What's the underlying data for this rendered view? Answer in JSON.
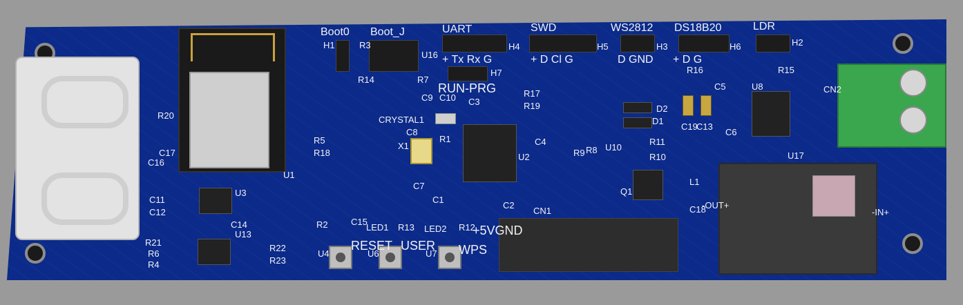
{
  "labels": {
    "boot0": "Boot0",
    "bootj": "Boot_J",
    "h1": "H1",
    "r3": "R3",
    "u16": "U16",
    "r14": "R14",
    "r7": "R7",
    "uart": "UART",
    "h4": "H4",
    "uart_pins": "+  Tx Rx  G",
    "h7": "H7",
    "runprg": "RUN-PRG",
    "swd": "SWD",
    "h5": "H5",
    "swd_pins": "+  D  Cl  G",
    "ws2812": "WS2812",
    "h3": "H3",
    "ws_pins": "D  GND",
    "ds18b20": "DS18B20",
    "h6": "H6",
    "ds_pins": "+   D  G",
    "r16": "R16",
    "ldr": "LDR",
    "h2": "H2",
    "r15": "R15",
    "cn2": "CN2",
    "u8": "U8",
    "c5": "C5",
    "c19": "C19",
    "c13": "C13",
    "c6": "C6",
    "d2": "D2",
    "d1": "D1",
    "r17": "R17",
    "r19": "R19",
    "c9": "C9",
    "c10": "C10",
    "c3": "C3",
    "crystal1": "CRYSTAL1",
    "c8": "C8",
    "r1": "R1",
    "x1": "X1",
    "c4": "C4",
    "u2": "U2",
    "c7": "C7",
    "c1": "C1",
    "c2": "C2",
    "r11": "R11",
    "r10": "R10",
    "r9": "R9",
    "r8": "R8",
    "u10": "U10",
    "q1": "Q1",
    "l1": "L1",
    "c18": "C18",
    "u17": "U17",
    "out": "-OUT+",
    "in": "-IN+",
    "cn1": "CN1",
    "r5": "R5",
    "r18": "R18",
    "u1": "U1",
    "r20": "R20",
    "c16": "C16",
    "c17": "C17",
    "c11": "C11",
    "c12": "C12",
    "u3": "U3",
    "c14": "C14",
    "u13": "U13",
    "r21": "R21",
    "r6": "R6",
    "r4": "R4",
    "r22": "R22",
    "r23": "R23",
    "r2": "R2",
    "c15": "C15",
    "led1": "LED1",
    "r13": "R13",
    "led2": "LED2",
    "r12": "R12",
    "u4": "U4",
    "reset": "RESET",
    "u6": "U6",
    "user": "USER",
    "u7": "U7",
    "wps": "WPS",
    "pwr": "+5VGND"
  }
}
